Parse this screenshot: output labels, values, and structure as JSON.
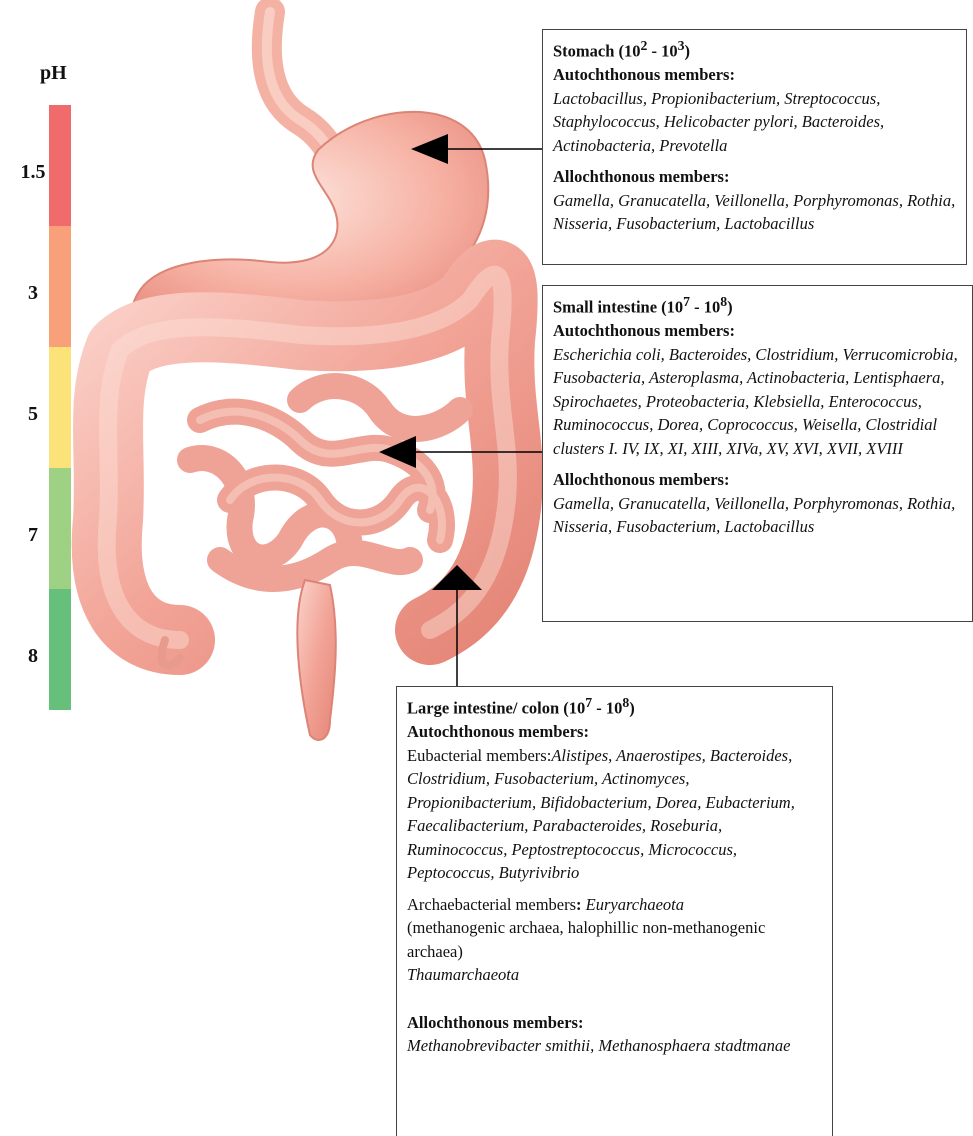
{
  "ph_scale": {
    "title": "pH",
    "bands": [
      {
        "label": "1.5",
        "color": "#f06b6b"
      },
      {
        "label": "3",
        "color": "#f8a07a"
      },
      {
        "label": "5",
        "color": "#fbe37a"
      },
      {
        "label": "7",
        "color": "#9fd185"
      },
      {
        "label": "8",
        "color": "#66c07c"
      }
    ]
  },
  "stomach": {
    "title": "Stomach (10",
    "exp1": "2",
    "mid": " - 10",
    "exp2": "3",
    "end": ")",
    "auto_heading": "Autochthonous members:",
    "auto_list": "Lactobacillus, Propionibacterium, Streptococcus, Staphylococcus, Helicobacter pylori, Bacteroides, Actinobacteria, Prevotella",
    "allo_heading": "Allochthonous members:",
    "allo_list": "Gamella, Granucatella, Veillonella, Porphyromonas, Rothia, Nisseria, Fusobacterium, Lactobacillus"
  },
  "small_intestine": {
    "title": "Small intestine (10",
    "exp1": "7",
    "mid": " - 10",
    "exp2": "8",
    "end": ")",
    "auto_heading": "Autochthonous members:",
    "auto_list": "Escherichia coli, Bacteroides, Clostridium, Verrucomicrobia, Fusobacteria, Asteroplasma, Actinobacteria, Lentisphaera, Spirochaetes, Proteobacteria, Klebsiella, Enterococcus, Ruminococcus, Dorea, Coprococcus, Weisella, Clostridial clusters I. IV, IX, XI, XIII, XIVa, XV, XVI, XVII, XVIII",
    "allo_heading": "Allochthonous members:",
    "allo_list": "Gamella, Granucatella, Veillonella, Porphyromonas, Rothia, Nisseria, Fusobacterium, Lactobacillus"
  },
  "large_intestine": {
    "title": "Large intestine/ colon (10",
    "exp1": "7",
    "mid": " - 10",
    "exp2": "8",
    "end": ")",
    "auto_heading": "Autochthonous members:",
    "eubacterial_label": "Eubacterial members:",
    "eubacterial_list": "Alistipes, Anaerostipes, Bacteroides, Clostridium, Fusobacterium, Actinomyces, Propionibacterium, Bifidobacterium, Dorea, Eubacterium, Faecalibacterium, Parabacteroides, Roseburia, Ruminococcus, Peptostreptococcus, Micrococcus, Peptococcus, Butyrivibrio",
    "archaebacterial_label": "Archaebacterial members",
    "colon_mark": ":",
    "archaea_1": "Euryarchaeota",
    "archaea_1_detail": "(methanogenic archaea, halophillic non-methanogenic archaea)",
    "archaea_2": "Thaumarchaeota",
    "allo_heading": "Allochthonous members:",
    "allo_list": "Methanobrevibacter smithii, Methanosphaera stadtmanae"
  }
}
